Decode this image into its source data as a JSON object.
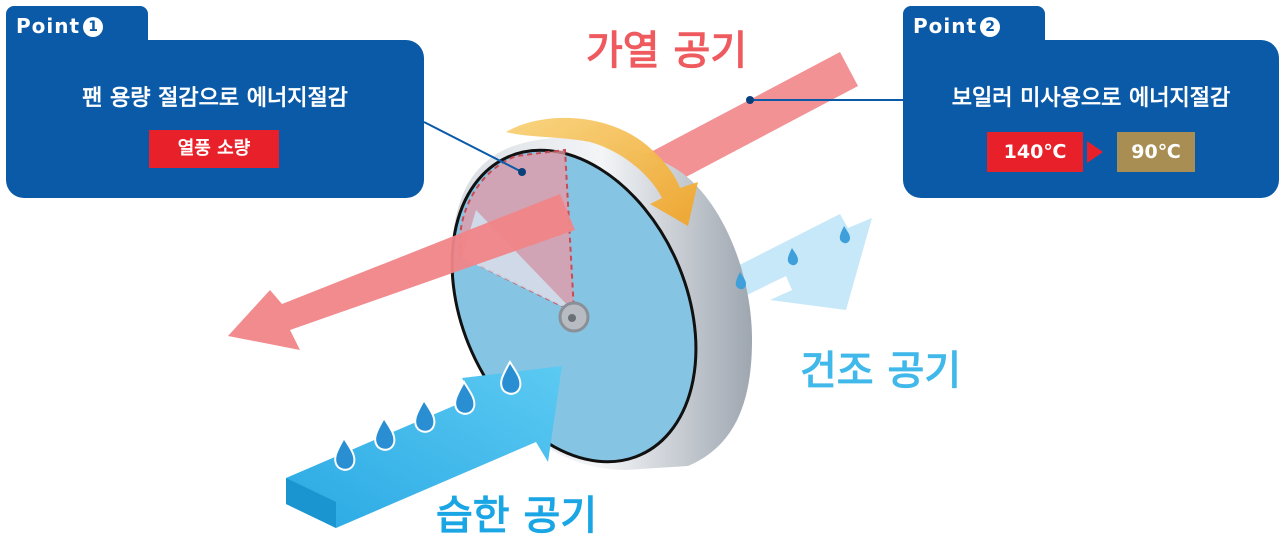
{
  "point1": {
    "tab_label": "Point",
    "tab_number": "1",
    "title": "팬 용량 절감으로 에너지절감",
    "badge": "열풍 소량"
  },
  "point2": {
    "tab_label": "Point",
    "tab_number": "2",
    "title": "보일러 미사용으로 에너지절감",
    "temp_from": "140℃",
    "temp_to": "90℃"
  },
  "labels": {
    "heated_air": "가열 공기",
    "dry_air": "건조 공기",
    "humid_air": "습한 공기"
  },
  "colors": {
    "card_blue": "#0a5aa8",
    "badge_red": "#e8202a",
    "badge_gold": "#a88e52",
    "heated_arrow": "#f07f82",
    "humid_arrow": "#2fb4ea",
    "dry_arrow": "#bfe6f8",
    "rotor_face": "#8ec8e6",
    "rotation_arrow": "#f4b23a"
  },
  "icons": [
    "water-drop-icon",
    "rotation-arrow-icon"
  ]
}
